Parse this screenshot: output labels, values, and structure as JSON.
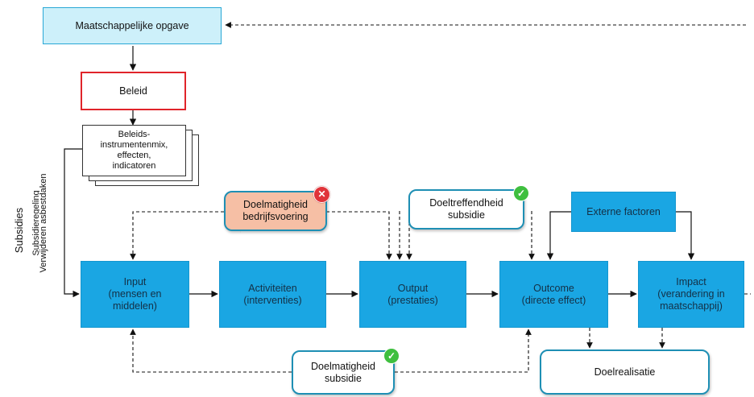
{
  "nodes": {
    "maatschappelijke_opgave": "Maatschappelijke opgave",
    "beleid": "Beleid",
    "beleidsinstrumenten": "Beleids-\ninstrumentenmix,\neffecten,\nindicatoren",
    "doelmatigheid_bedrijfsvoering": "Doelmatigheid\nbedrijfsvoering",
    "doeltreffendheid_subsidie": "Doeltreffendheid\nsubsidie",
    "externe_factoren": "Externe factoren",
    "input": "Input\n(mensen en\nmiddelen)",
    "activiteiten": "Activiteiten\n(interventies)",
    "output": "Output\n(prestaties)",
    "outcome": "Outcome\n(directe effect)",
    "impact": "Impact\n(verandering in\nmaatschappij)",
    "doelmatigheid_subsidie": "Doelmatigheid\nsubsidie",
    "doelrealisatie": "Doelrealisatie"
  },
  "side_labels": {
    "left_title": "Subsidies",
    "vertical_line1": "Subsidieregeling",
    "vertical_line2": "Verwijderen asbestdaken"
  },
  "badges": {
    "bedrijfsvoering_status": "fail",
    "doeltreffendheid_status": "pass",
    "doelmatigheid_status": "pass"
  },
  "colors": {
    "process_blue": "#1aa6e3",
    "header_cyan": "#cdf0fa",
    "policy_red": "#e0242a",
    "salmon": "#f6bfa5",
    "pass_green": "#3fbf3f",
    "fail_red": "#e0343a"
  }
}
